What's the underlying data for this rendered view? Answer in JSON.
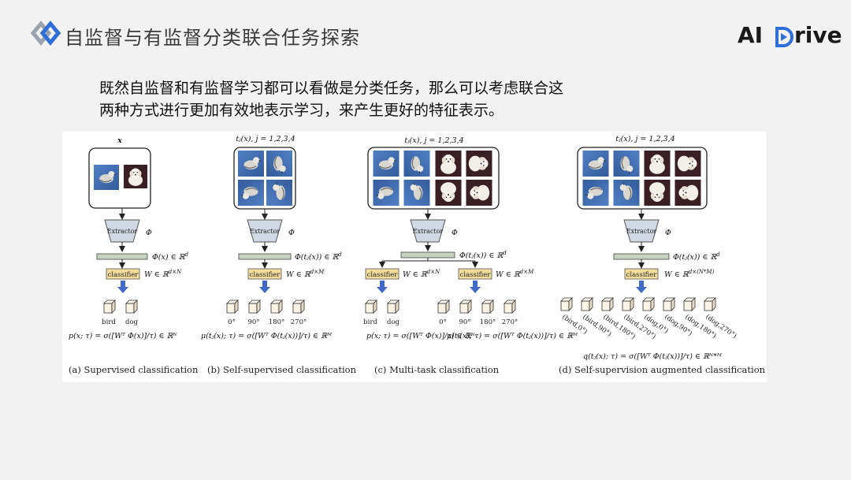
{
  "header": {
    "title": "自监督与有监督分类联合任务探索",
    "brand_prefix": "AI",
    "brand_suffix": "rive"
  },
  "intro": {
    "line1": "既然自监督和有监督学习都可以看做是分类任务，那么可以考虑联合这",
    "line2": "两种方式进行更加有效地表示学习，来产生更好的特征表示。"
  },
  "figure": {
    "panels": [
      {
        "input_label": "x",
        "extractor": "Extractor",
        "phi": "Φ",
        "feature": "Φ(x) ∈ ℝ",
        "feature_sup": "d",
        "classifier": "classifier",
        "weight": "W ∈ ℝ",
        "weight_sup": "d×N",
        "outputs": [
          "bird",
          "dog"
        ],
        "formula": "p(x; τ) = σ([Wᵀ Φ(x)]/τ) ∈ ℝᴺ",
        "caption": "(a) Supervised classification"
      },
      {
        "input_label": "tⱼ(x), j = 1,2,3,4",
        "extractor": "Extractor",
        "phi": "Φ",
        "feature": "Φ(tⱼ(x)) ∈ ℝ",
        "feature_sup": "d",
        "classifier": "classifier",
        "weight": "W ∈ ℝ",
        "weight_sup": "d×M",
        "outputs": [
          "0°",
          "90°",
          "180°",
          "270°"
        ],
        "formula": "μ(tⱼ(x); τ) = σ([Wᵀ Φ(tⱼ(x))]/τ) ∈ ℝᴹ",
        "caption": "(b) Self-supervised classification"
      },
      {
        "input_label": "tⱼ(x), j = 1,2,3,4",
        "extractor": "Extractor",
        "phi": "Φ",
        "feature": "Φ(tⱼ(x)) ∈ ℝ",
        "feature_sup": "d",
        "classifier": "classifier",
        "weight_left": "W ∈ ℝ",
        "weight_left_sup": "d×N",
        "weight_right": "W ∈ ℝ",
        "weight_right_sup": "d×M",
        "outputs_left": [
          "bird",
          "dog"
        ],
        "outputs_right": [
          "0°",
          "90°",
          "180°",
          "270°"
        ],
        "formula_left": "p(x; τ) = σ([Wᵀ Φ(x)]/τ) ∈ ℝᴺ",
        "formula_right": "μ(tⱼ(x); τ) = σ([Wᵀ Φ(tⱼ(x))]/τ) ∈ ℝᴹ",
        "caption": "(c) Multi-task classification"
      },
      {
        "input_label": "tⱼ(x), j = 1,2,3,4",
        "extractor": "Extractor",
        "phi": "Φ",
        "feature": "Φ(tⱼ(x)) ∈ ℝ",
        "feature_sup": "d",
        "classifier": "classifier",
        "weight": "W ∈ ℝ",
        "weight_sup": "d×(N*M)",
        "outputs": [
          "(bird,0°)",
          "(bird,90°)",
          "(bird,180°)",
          "(bird,270°)",
          "(dog,0°)",
          "(dog,90°)",
          "(dog,180°)",
          "(dog,270°)"
        ],
        "formula": "q(tⱼ(x); τ) = σ([Wᵀ Φ(tⱼ(x))]/τ) ∈ ℝᴺ*ᴹ",
        "caption": "(d) Self-supervision augmented classification"
      }
    ]
  },
  "colors": {
    "extractor_fill": "#cfd8e3",
    "classifier_fill": "#f3dc9c",
    "feature_bar": "#c7d3c0",
    "arrow_blue": "#4169c7"
  }
}
